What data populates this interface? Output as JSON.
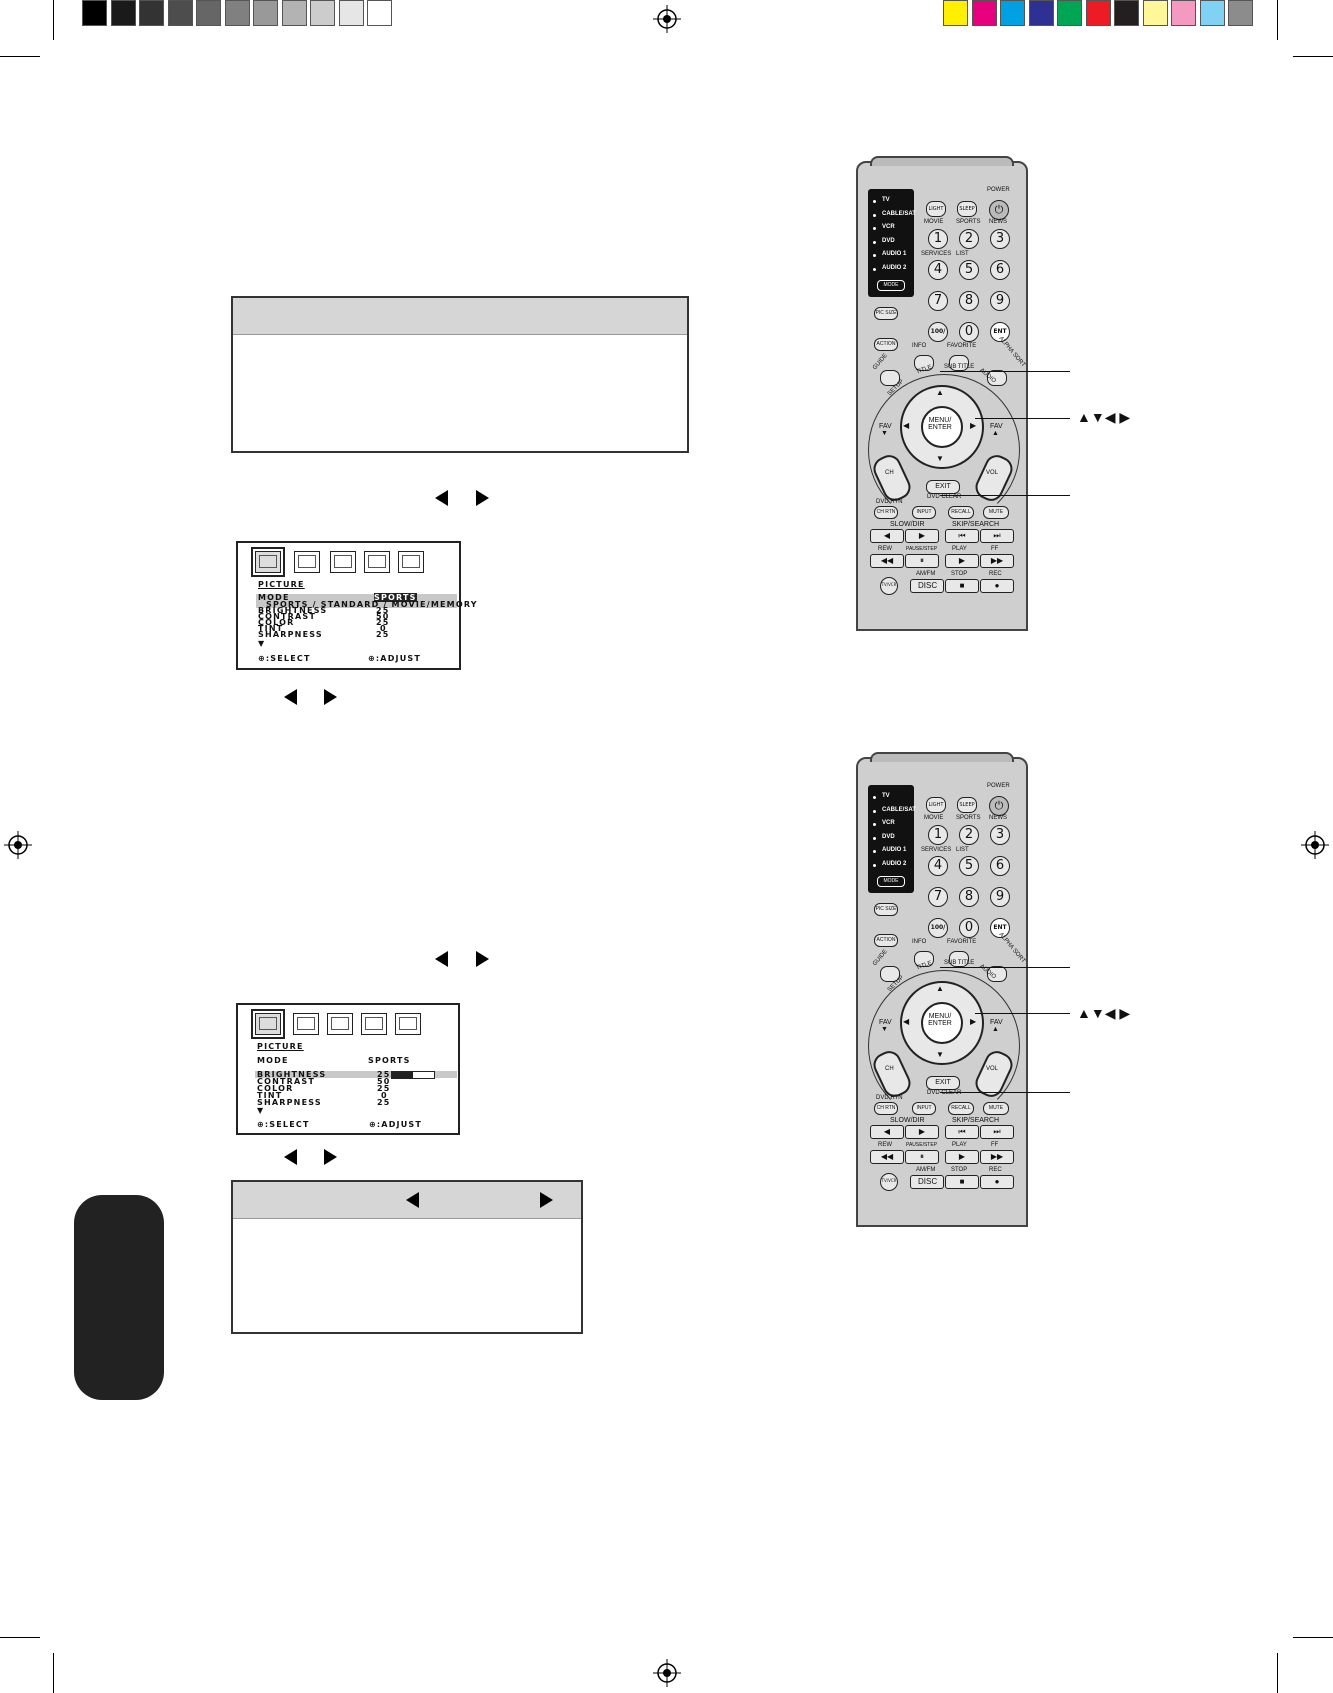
{
  "osd1": {
    "title": "PICTURE",
    "rows": [
      {
        "label": "MODE",
        "value": "SPORTS"
      },
      {
        "label": "",
        "value": "SPORTS / STANDARD / MOVIE/MEMORY"
      },
      {
        "label": "BRIGHTNESS",
        "value": "25"
      },
      {
        "label": "CONTRAST",
        "value": "50"
      },
      {
        "label": "COLOR",
        "value": "25"
      },
      {
        "label": "TINT",
        "value": "0"
      },
      {
        "label": "SHARPNESS",
        "value": "25"
      }
    ],
    "more": "▼",
    "select": ":SELECT",
    "adjust": ":ADJUST"
  },
  "osd2": {
    "title": "PICTURE",
    "rows": [
      {
        "label": "MODE",
        "value": "SPORTS"
      },
      {
        "label": "BRIGHTNESS",
        "value": "25"
      },
      {
        "label": "CONTRAST",
        "value": "50"
      },
      {
        "label": "COLOR",
        "value": "25"
      },
      {
        "label": "TINT",
        "value": "0"
      },
      {
        "label": "SHARPNESS",
        "value": "25"
      }
    ],
    "more": "▼",
    "select": ":SELECT",
    "adjust": ":ADJUST"
  },
  "remote": {
    "modes": [
      "TV",
      "CABLE/SAT",
      "VCR",
      "DVD",
      "AUDIO 1",
      "AUDIO 2"
    ],
    "mode_btn": "MODE",
    "power": "POWER",
    "light": "LIGHT",
    "sleep": "SLEEP",
    "num_labels": [
      "MOVIE",
      "SPORTS",
      "NEWS",
      "SERVICES",
      "LIST"
    ],
    "digits": [
      "1",
      "2",
      "3",
      "4",
      "5",
      "6",
      "7",
      "8",
      "9",
      "100/",
      "0",
      "ENT"
    ],
    "pic_size": "PIC SIZE",
    "action": "ACTION",
    "info": "INFO",
    "favorite": "FAVORITE",
    "alpha_sort": "ALPHA SORT",
    "guide": "GUIDE",
    "setup": "SETUP",
    "title": "TITLE",
    "subtitle": "SUB TITLE",
    "audio": "AUDIO",
    "fav": "FAV",
    "menu_enter": "MENU/ ENTER",
    "ch": "CH",
    "vol": "VOL",
    "exit": "EXIT",
    "dvd_clear": "DVD CLEAR",
    "dvd_rtn": "DVD RTN",
    "ch_rtn": "CH RTN",
    "input": "INPUT",
    "recall": "RECALL",
    "mute": "MUTE",
    "slow_dir": "SLOW/DIR",
    "skip_search": "SKIP/SEARCH",
    "rew": "REW",
    "pause_step": "PAUSE/STEP",
    "play": "PLAY",
    "ff": "FF",
    "am_fm": "AM/FM",
    "stop": "STOP",
    "rec": "REC",
    "tv_vcr": "TV/VCR",
    "disc": "DISC"
  },
  "arrows_label": "▲▼◀ ▶",
  "colors": {
    "gray_swatches": [
      "#000000",
      "#1a1a1a",
      "#333333",
      "#4d4d4d",
      "#666666",
      "#808080",
      "#999999",
      "#b3b3b3",
      "#cccccc",
      "#e6e6e6",
      "#ffffff"
    ],
    "color_swatches": [
      "#ffef00",
      "#e6007e",
      "#00a0e3",
      "#2e3192",
      "#00a651",
      "#ed1c24",
      "#231f20",
      "#fff799",
      "#f49ac1",
      "#7fd2f3",
      "#8c8c8c"
    ]
  }
}
